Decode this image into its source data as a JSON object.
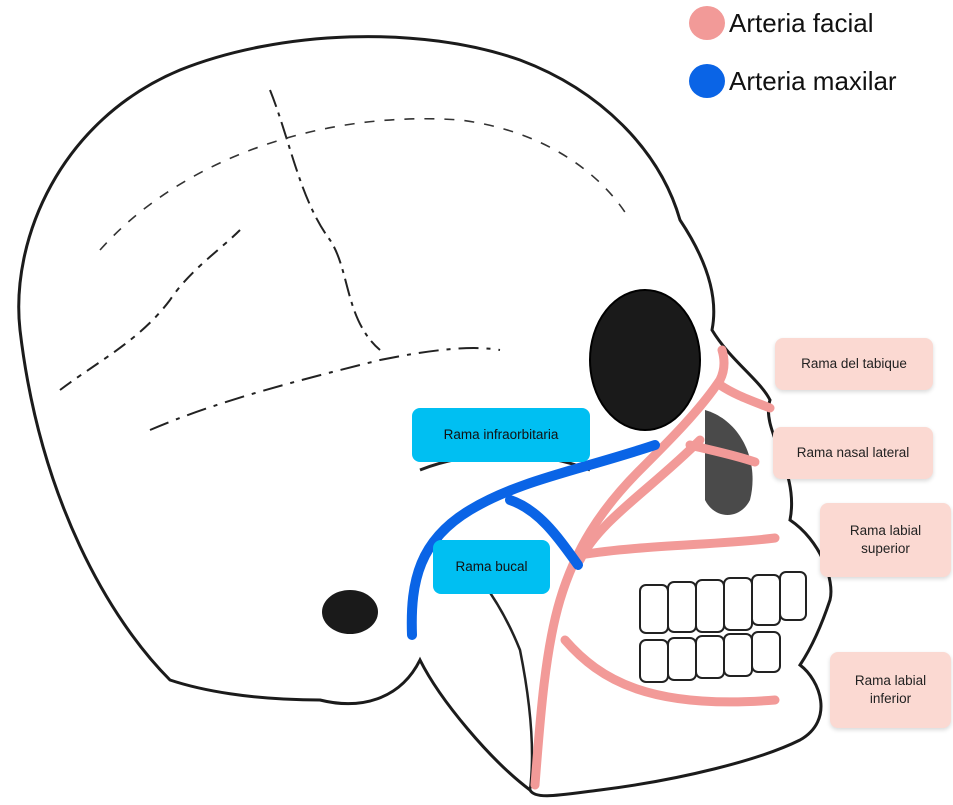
{
  "legend": {
    "facial": {
      "label": "Arteria facial",
      "color": "#f29a98"
    },
    "maxilar": {
      "label": "Arteria maxilar",
      "color": "#0a64e6"
    }
  },
  "labels": {
    "tabique": "Rama del tabique",
    "nasal_lateral": "Rama nasal lateral",
    "labial_superior": "Rama labial superior",
    "labial_inferior": "Rama labial inferior",
    "infraorbitaria": "Rama infraorbitaria",
    "bucal": "Rama bucal"
  },
  "colors": {
    "pink_label_bg": "#fbd9d2",
    "blue_label_bg": "#00bff2",
    "facial_artery": "#f29a98",
    "maxillary_artery": "#0a64e6"
  }
}
